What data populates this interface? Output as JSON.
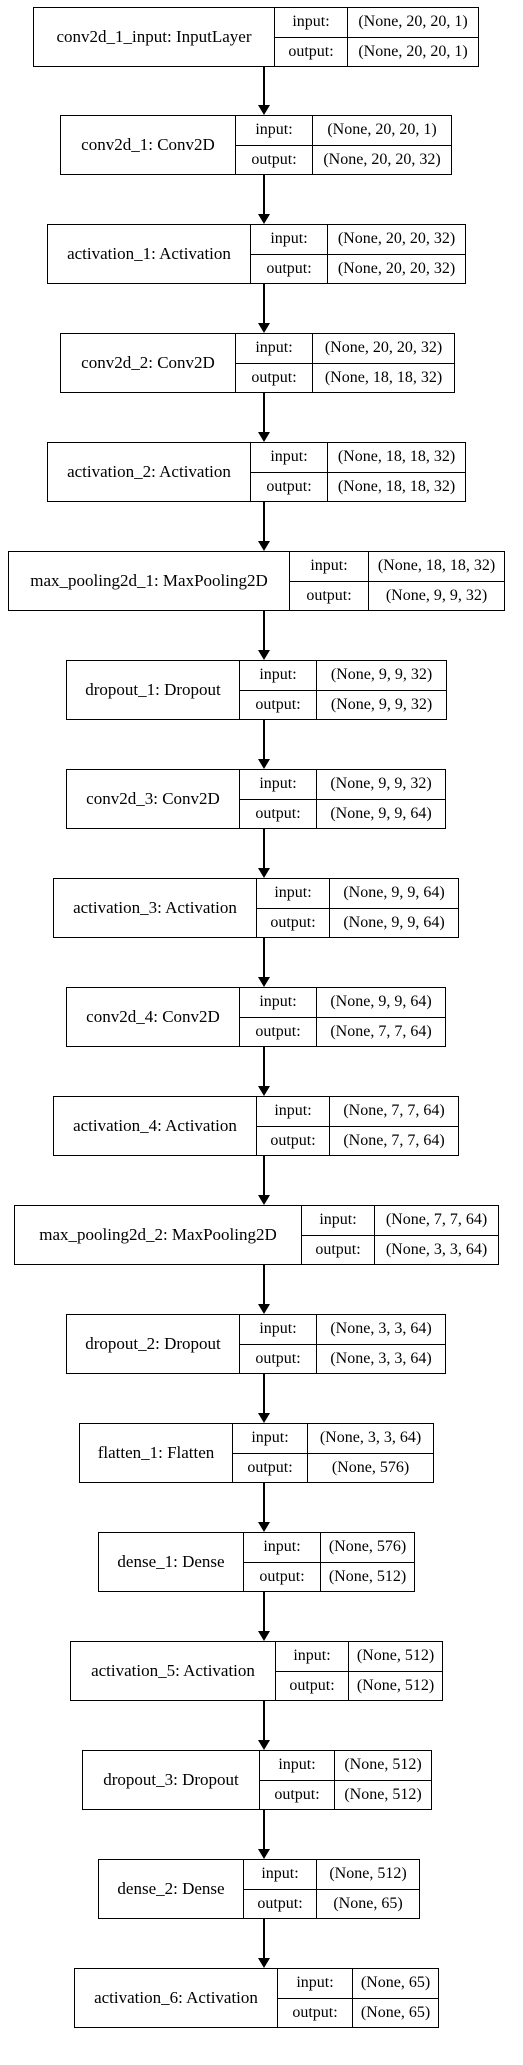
{
  "layers": [
    {
      "name": "conv2d_1_input: InputLayer",
      "input_label": "input:",
      "output_label": "output:",
      "input": "(None, 20, 20, 1)",
      "output": "(None, 20, 20, 1)"
    },
    {
      "name": "conv2d_1: Conv2D",
      "input_label": "input:",
      "output_label": "output:",
      "input": "(None, 20, 20, 1)",
      "output": "(None, 20, 20, 32)"
    },
    {
      "name": "activation_1: Activation",
      "input_label": "input:",
      "output_label": "output:",
      "input": "(None, 20, 20, 32)",
      "output": "(None, 20, 20, 32)"
    },
    {
      "name": "conv2d_2: Conv2D",
      "input_label": "input:",
      "output_label": "output:",
      "input": "(None, 20, 20, 32)",
      "output": "(None, 18, 18, 32)"
    },
    {
      "name": "activation_2: Activation",
      "input_label": "input:",
      "output_label": "output:",
      "input": "(None, 18, 18, 32)",
      "output": "(None, 18, 18, 32)"
    },
    {
      "name": "max_pooling2d_1: MaxPooling2D",
      "input_label": "input:",
      "output_label": "output:",
      "input": "(None, 18, 18, 32)",
      "output": "(None, 9, 9, 32)"
    },
    {
      "name": "dropout_1: Dropout",
      "input_label": "input:",
      "output_label": "output:",
      "input": "(None, 9, 9, 32)",
      "output": "(None, 9, 9, 32)"
    },
    {
      "name": "conv2d_3: Conv2D",
      "input_label": "input:",
      "output_label": "output:",
      "input": "(None, 9, 9, 32)",
      "output": "(None, 9, 9, 64)"
    },
    {
      "name": "activation_3: Activation",
      "input_label": "input:",
      "output_label": "output:",
      "input": "(None, 9, 9, 64)",
      "output": "(None, 9, 9, 64)"
    },
    {
      "name": "conv2d_4: Conv2D",
      "input_label": "input:",
      "output_label": "output:",
      "input": "(None, 9, 9, 64)",
      "output": "(None, 7, 7, 64)"
    },
    {
      "name": "activation_4: Activation",
      "input_label": "input:",
      "output_label": "output:",
      "input": "(None, 7, 7, 64)",
      "output": "(None, 7, 7, 64)"
    },
    {
      "name": "max_pooling2d_2: MaxPooling2D",
      "input_label": "input:",
      "output_label": "output:",
      "input": "(None, 7, 7, 64)",
      "output": "(None, 3, 3, 64)"
    },
    {
      "name": "dropout_2: Dropout",
      "input_label": "input:",
      "output_label": "output:",
      "input": "(None, 3, 3, 64)",
      "output": "(None, 3, 3, 64)"
    },
    {
      "name": "flatten_1: Flatten",
      "input_label": "input:",
      "output_label": "output:",
      "input": "(None, 3, 3, 64)",
      "output": "(None, 576)"
    },
    {
      "name": "dense_1: Dense",
      "input_label": "input:",
      "output_label": "output:",
      "input": "(None, 576)",
      "output": "(None, 512)"
    },
    {
      "name": "activation_5: Activation",
      "input_label": "input:",
      "output_label": "output:",
      "input": "(None, 512)",
      "output": "(None, 512)"
    },
    {
      "name": "dropout_3: Dropout",
      "input_label": "input:",
      "output_label": "output:",
      "input": "(None, 512)",
      "output": "(None, 512)"
    },
    {
      "name": "dense_2: Dense",
      "input_label": "input:",
      "output_label": "output:",
      "input": "(None, 512)",
      "output": "(None, 65)"
    },
    {
      "name": "activation_6: Activation",
      "input_label": "input:",
      "output_label": "output:",
      "input": "(None, 65)",
      "output": "(None, 65)"
    }
  ]
}
